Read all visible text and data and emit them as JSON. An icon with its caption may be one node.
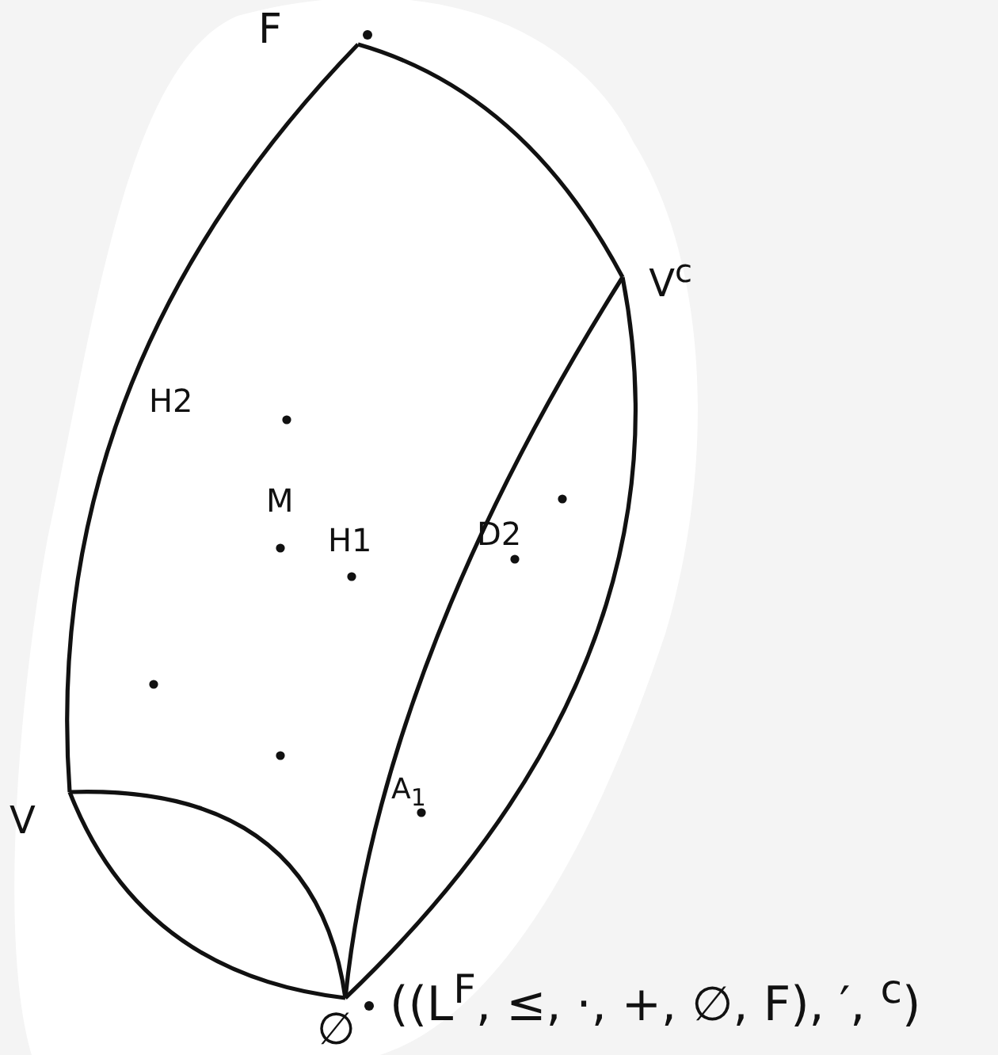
{
  "diagram": {
    "nodes": [
      {
        "text": [
          "F"
        ]
      },
      {
        "text": [
          "V$^{c}$"
        ]
      },
      {
        "text": [
          "V"
        ]
      },
      {
        "text": [
          "∅"
        ]
      }
    ],
    "edges": [
      {
        "from": 0,
        "to": 2,
        "arrow": "none"
      },
      {
        "from": 0,
        "to": 1,
        "arrow": "none"
      },
      {
        "from": 1,
        "to": 3,
        "arrow": "none"
      },
      {
        "from": 1,
        "to": 3,
        "arrow": "none"
      },
      {
        "from": 2,
        "to": 3,
        "arrow": "none"
      },
      {
        "from": 2,
        "to": 3,
        "arrow": "none"
      }
    ],
    "labels": [
      "H2",
      "M",
      "H1",
      "D2",
      "A$_{1}$",
      "((L$^{F}$, ≤, ·, +, ∅, F), ′, $^{c}$)"
    ]
  }
}
